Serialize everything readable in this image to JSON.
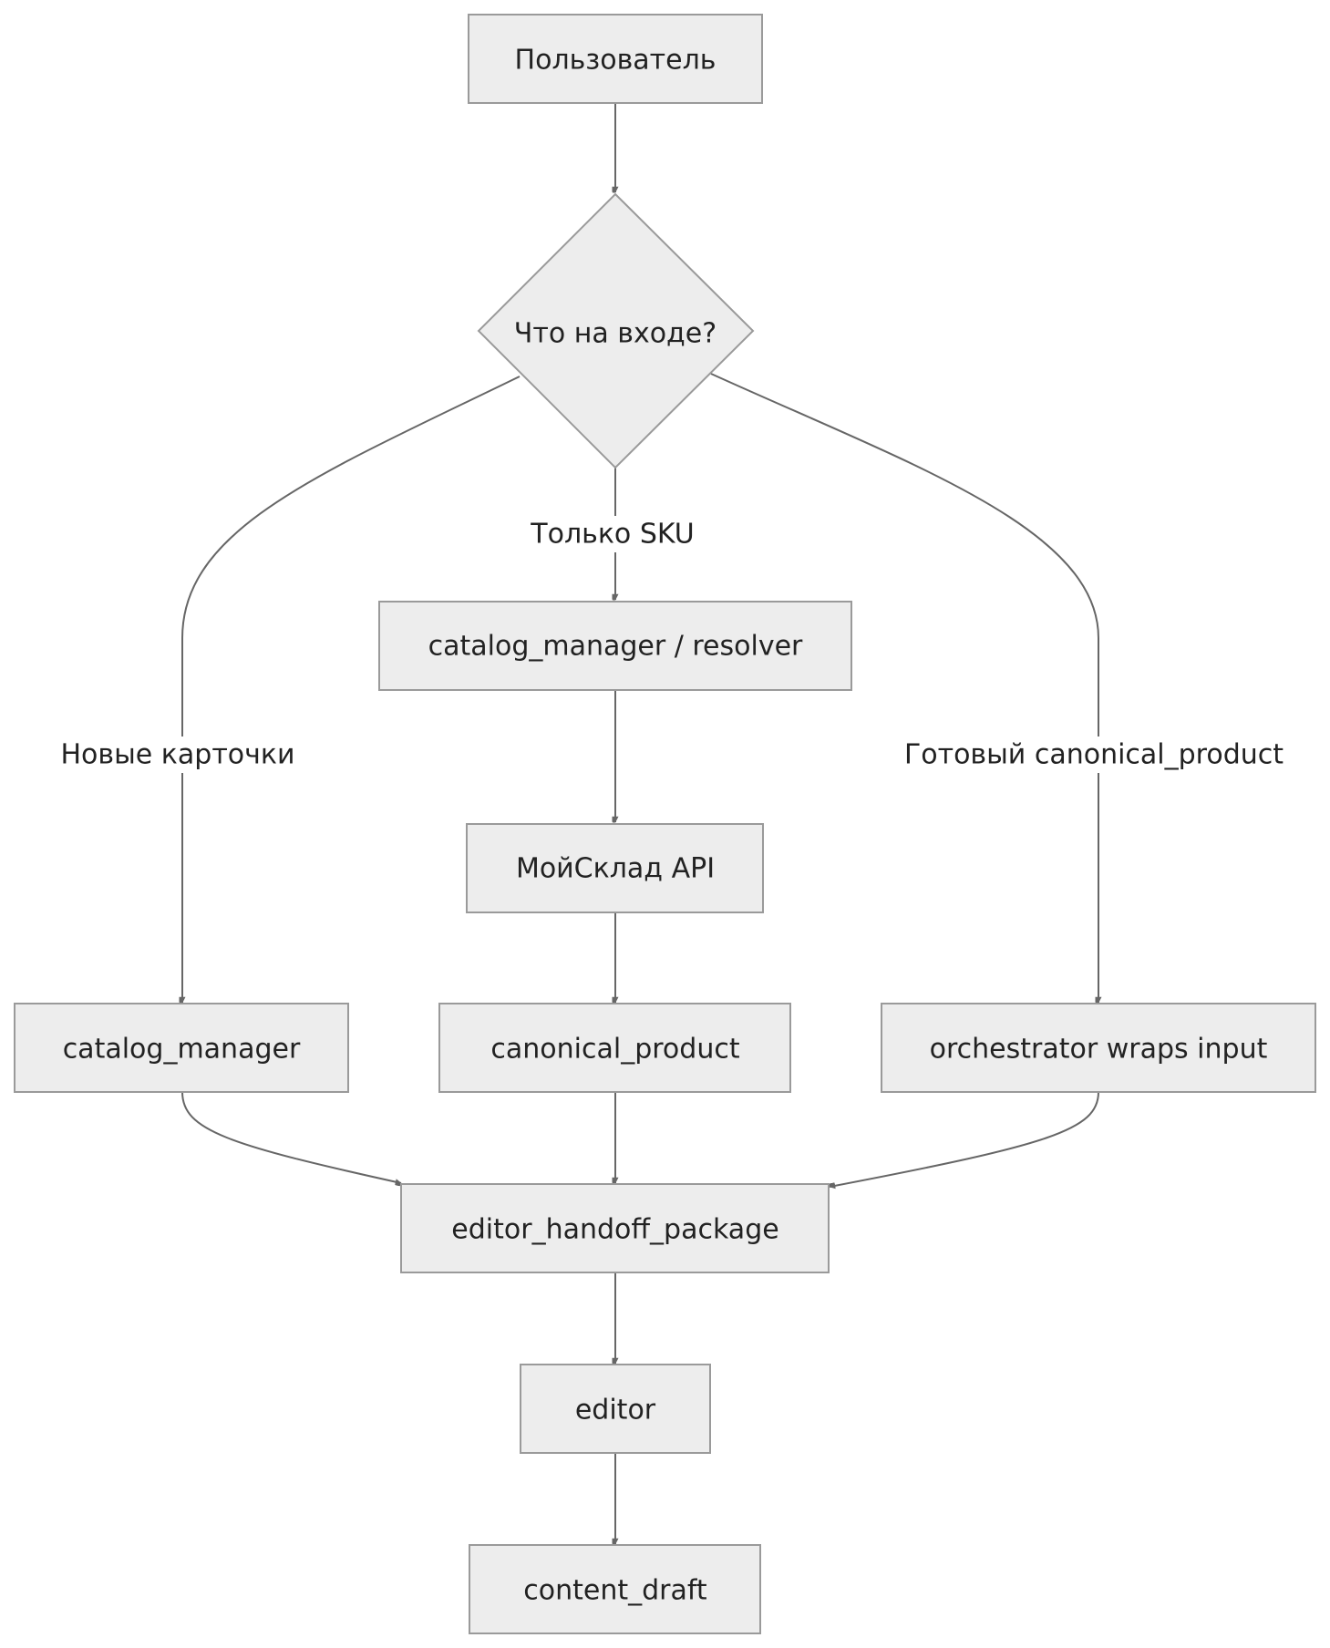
{
  "nodes": {
    "user": "Пользователь",
    "decision": "Что на входе?",
    "resolver": "catalog_manager / resolver",
    "moysklad": "МойСклад API",
    "catalog_manager": "catalog_manager",
    "canonical_product": "canonical_product",
    "orchestrator": "orchestrator wraps input",
    "handoff": "editor_handoff_package",
    "editor": "editor",
    "content_draft": "content_draft"
  },
  "edge_labels": {
    "sku_only": "Только SKU",
    "new_cards": "Новые карточки",
    "ready_canonical": "Готовый canonical_product"
  },
  "colors": {
    "node_fill": "#ededed",
    "node_stroke": "#9a9a9a",
    "edge": "#666666",
    "text": "#222222"
  }
}
